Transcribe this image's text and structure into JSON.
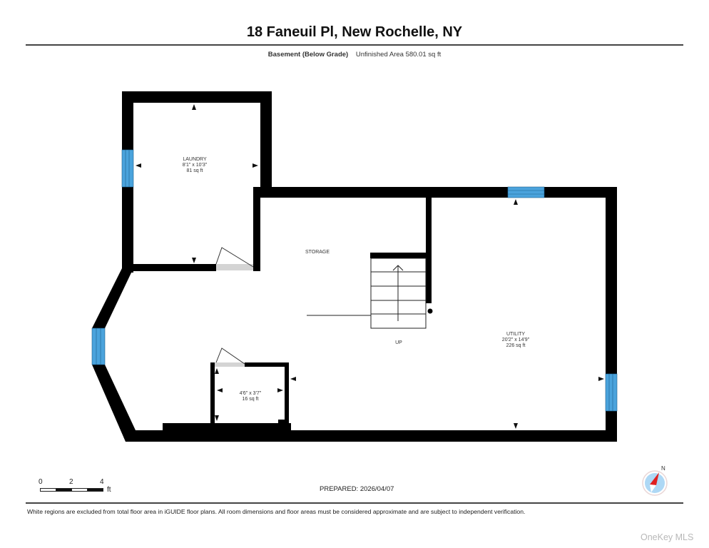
{
  "header": {
    "title": "18 Faneuil Pl, New Rochelle, NY",
    "floor_name": "Basement (Below Grade)",
    "area_summary": "Unfinished Area 580.01 sq ft"
  },
  "rooms": [
    {
      "name": "LAUNDRY",
      "dimensions": "8'1\" x 10'3\"",
      "area": "81 sq ft"
    },
    {
      "name": "STORAGE",
      "dimensions": "",
      "area": ""
    },
    {
      "name": "UTILITY",
      "dimensions": "20'2\" x 14'9\"",
      "area": "226 sq ft"
    },
    {
      "name": "",
      "dimensions": "4'6\" x 3'7\"",
      "area": "16 sq ft"
    }
  ],
  "stairs": {
    "label": "UP"
  },
  "scale_bar": {
    "ticks": [
      "0",
      "2",
      "4"
    ],
    "unit": "ft"
  },
  "prepared": "PREPARED: 2026/04/07",
  "compass": {
    "north_label": "N",
    "needle_color": "#e02020",
    "ring_color": "#aed8f5"
  },
  "colors": {
    "wall": "#000000",
    "window": "#4aa3dc",
    "door_sill": "#d4d4d4"
  },
  "footer": {
    "disclaimer": "White regions are excluded from total floor area in iGUIDE floor plans. All room dimensions and floor areas must be considered approximate and are subject to independent verification.",
    "watermark": "OneKey MLS"
  }
}
